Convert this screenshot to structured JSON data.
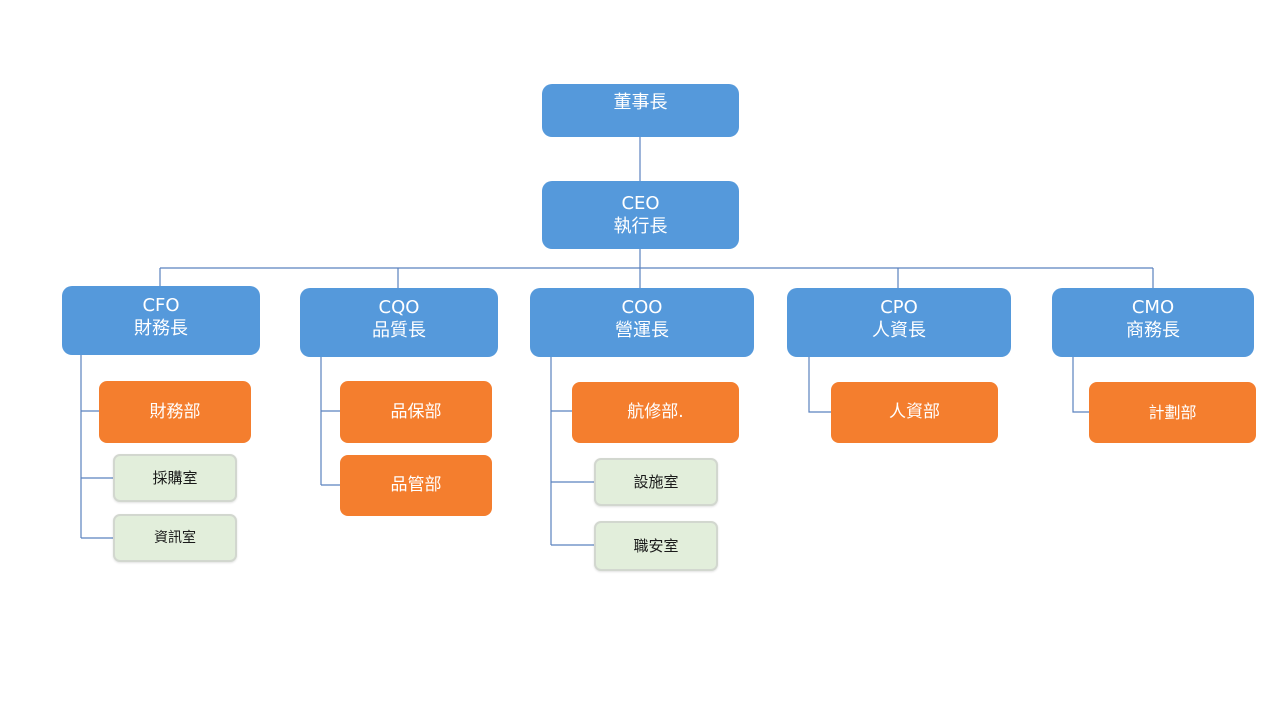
{
  "chairman": {
    "label": "董事長"
  },
  "ceo": {
    "title": "CEO",
    "label": "執行長"
  },
  "cfo": {
    "title": "CFO",
    "label": "財務長"
  },
  "cqo": {
    "title": "CQO",
    "label": "品質長"
  },
  "coo": {
    "title": "COO",
    "label": "營運長"
  },
  "cpo": {
    "title": "CPO",
    "label": "人資長"
  },
  "cmo": {
    "title": "CMO",
    "label": "商務長"
  },
  "cfo_units": {
    "dept": "財務部",
    "office1": "採購室",
    "office2": "資訊室"
  },
  "cqo_units": {
    "dept1": "品保部",
    "dept2": "品管部"
  },
  "coo_units": {
    "dept": "航修部.",
    "office1": "設施室",
    "office2": "職安室"
  },
  "cpo_units": {
    "dept": "人資部"
  },
  "cmo_units": {
    "dept": "計劃部"
  },
  "colors": {
    "executive": "#5599db",
    "department": "#f47e2e",
    "office": "#e2eedb",
    "connector": "#5b82bf"
  }
}
